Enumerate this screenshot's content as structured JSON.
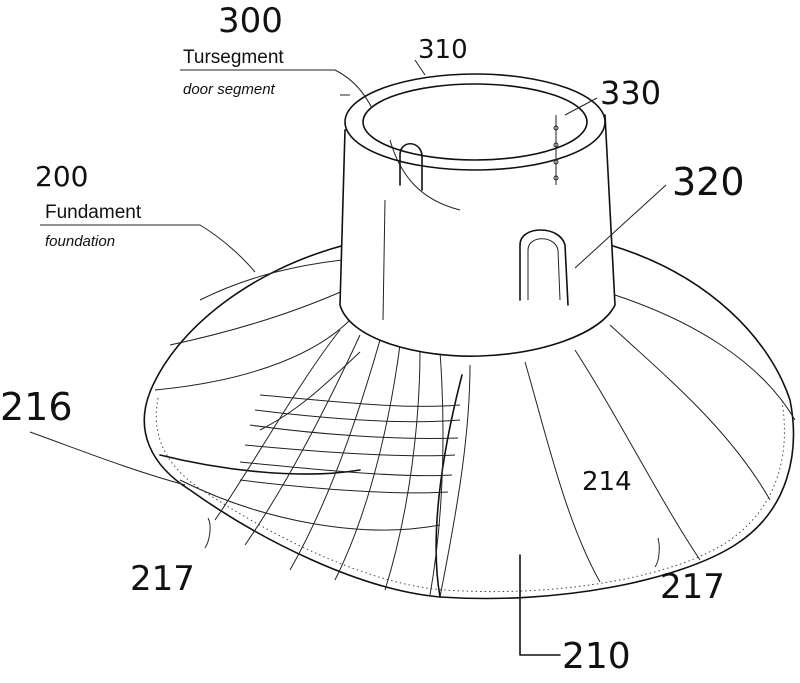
{
  "refs": {
    "door_segment_number": "300",
    "door_segment_de": "Tursegment",
    "door_segment_en": "door segment",
    "foundation_number": "200",
    "foundation_de": "Fundament",
    "foundation_en": "foundation",
    "top_ring": "310",
    "ladder": "330",
    "door_opening": "320",
    "pipe_cage": "216",
    "pipe_lower": "217",
    "pipe_right": "217",
    "panel": "214",
    "base": "210"
  }
}
